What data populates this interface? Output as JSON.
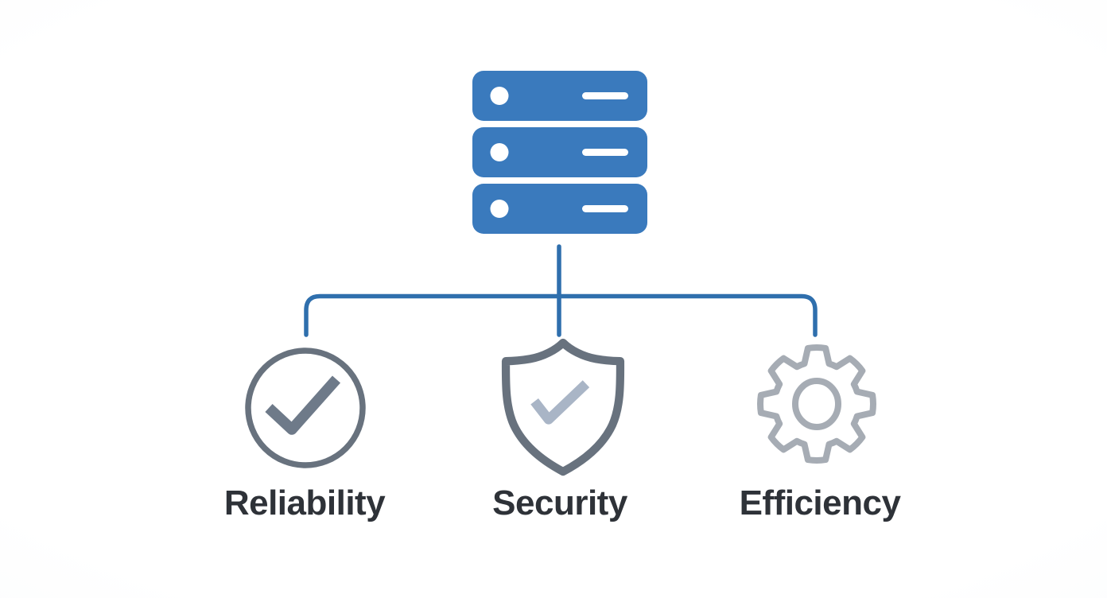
{
  "diagram": {
    "type": "tree",
    "root": {
      "icon": "server-icon"
    },
    "children": [
      {
        "label": "Reliability",
        "icon": "check-circle-icon"
      },
      {
        "label": "Security",
        "icon": "shield-check-icon"
      },
      {
        "label": "Efficiency",
        "icon": "gear-icon"
      }
    ]
  },
  "colors": {
    "server_blue": "#3a7abd",
    "connector_blue": "#2f6fad",
    "icon_gray": "#68727e",
    "check_gray": "#6e7a89",
    "shield_check_light": "#a9b5c6",
    "gear_light_gray": "#a6acb4",
    "label_dark": "#2e3238",
    "background": "#ffffff"
  }
}
